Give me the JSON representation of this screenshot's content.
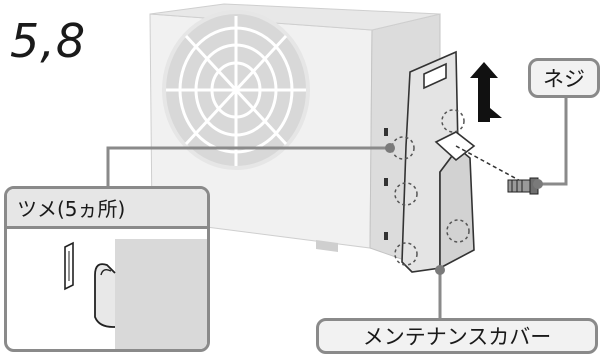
{
  "step": {
    "number": "5,8"
  },
  "labels": {
    "screw": "ネジ",
    "tab": "ツメ(5ヵ所)",
    "cover": "メンテナンスカバー"
  },
  "colors": {
    "unit_front": "#f0f0f0",
    "unit_side": "#d9d9d9",
    "cover": "#e3e3e3",
    "callout_line": "#8a8a8a",
    "outline": "#333333"
  },
  "icons": [
    "up-arrow-icon",
    "screw-icon",
    "fan-grille-icon"
  ]
}
